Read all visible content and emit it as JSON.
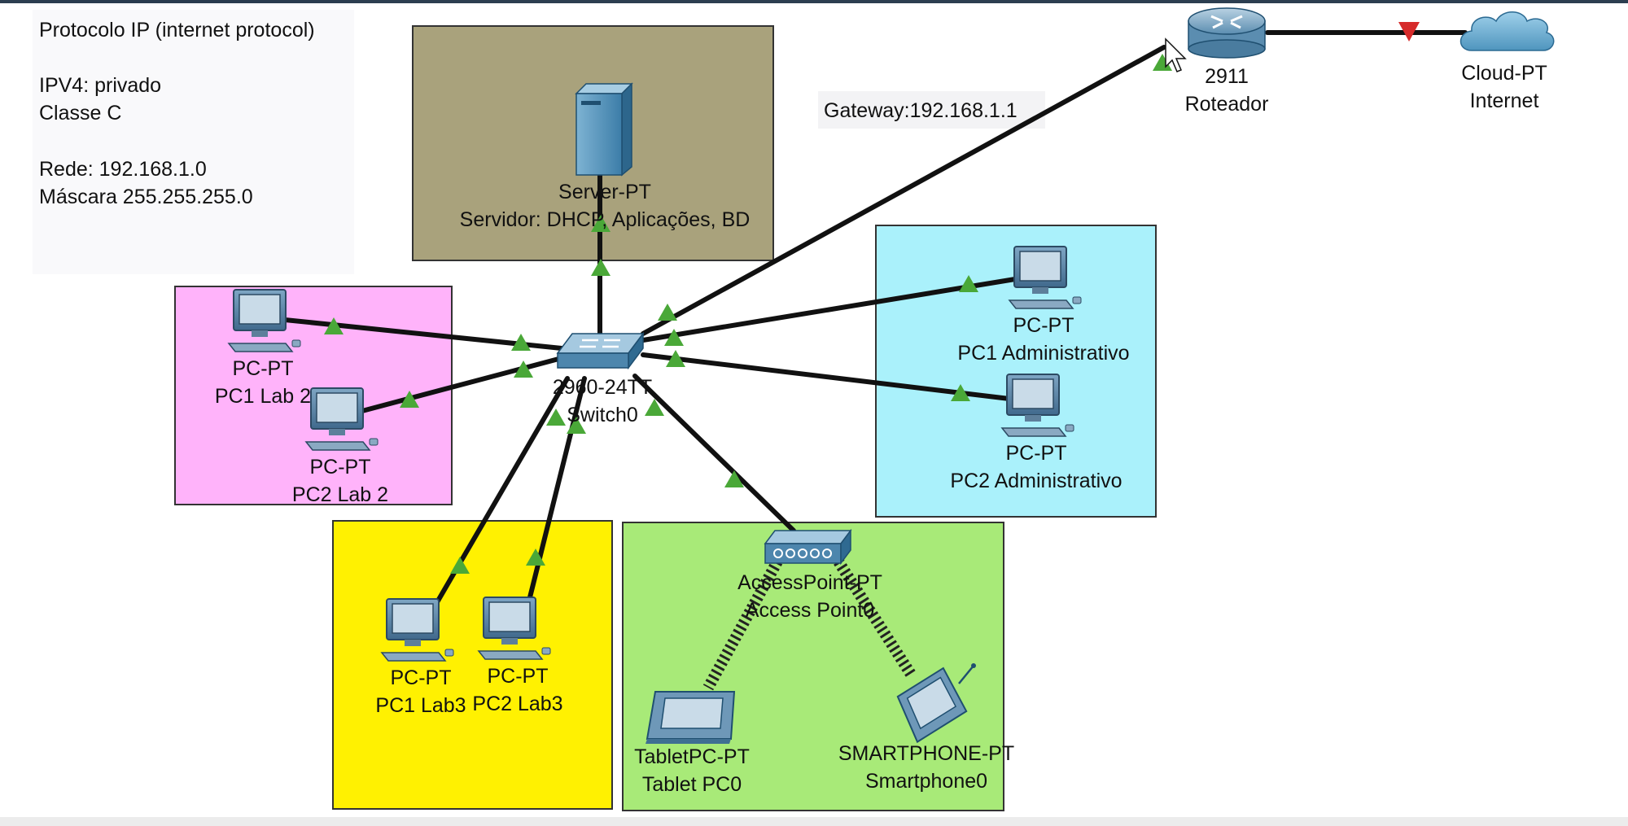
{
  "colors": {
    "server_zone": "#a9a27c",
    "lab2_zone": "#ffb3fa",
    "admin_zone": "#aaf1fb",
    "lab3_zone": "#fff101",
    "wireless_zone": "#a8ea78",
    "link_up": "#4aa838",
    "link_down": "#d62b2b",
    "cable": "#111111"
  },
  "notes": {
    "line1": "Protocolo IP (internet protocol)",
    "line2": "IPV4: privado",
    "line3": "Classe C",
    "line4": "Rede: 192.168.1.0",
    "line5": "Máscara 255.255.255.0"
  },
  "gateway_label": "Gateway:192.168.1.1",
  "devices": {
    "server": {
      "model": "Server-PT",
      "name": "Servidor: DHCP, Aplicações, BD",
      "icon": "server-icon"
    },
    "switch": {
      "model": "2960-24TT",
      "name": "Switch0",
      "icon": "switch-icon"
    },
    "router": {
      "model": "2911",
      "name": "Roteador",
      "icon": "router-icon"
    },
    "cloud": {
      "model": "Cloud-PT",
      "name": "Internet",
      "icon": "cloud-icon"
    },
    "pc1_lab2": {
      "model": "PC-PT",
      "name": "PC1 Lab 2",
      "icon": "pc-icon"
    },
    "pc2_lab2": {
      "model": "PC-PT",
      "name": "PC2 Lab 2",
      "icon": "pc-icon"
    },
    "pc1_admin": {
      "model": "PC-PT",
      "name": "PC1 Administrativo",
      "icon": "pc-icon"
    },
    "pc2_admin": {
      "model": "PC-PT",
      "name": "PC2 Administrativo",
      "icon": "pc-icon"
    },
    "pc1_lab3": {
      "model": "PC-PT",
      "name": "PC1 Lab3",
      "icon": "pc-icon"
    },
    "pc2_lab3": {
      "model": "PC-PT",
      "name": "PC2 Lab3",
      "icon": "pc-icon"
    },
    "access_point": {
      "model": "AccessPoint-PT",
      "name": "Access Point0",
      "icon": "access-point-icon"
    },
    "tablet": {
      "model": "TabletPC-PT",
      "name": "Tablet PC0",
      "icon": "tablet-icon"
    },
    "smartphone": {
      "model": "SMARTPHONE-PT",
      "name": "Smartphone0",
      "icon": "smartphone-icon"
    }
  }
}
